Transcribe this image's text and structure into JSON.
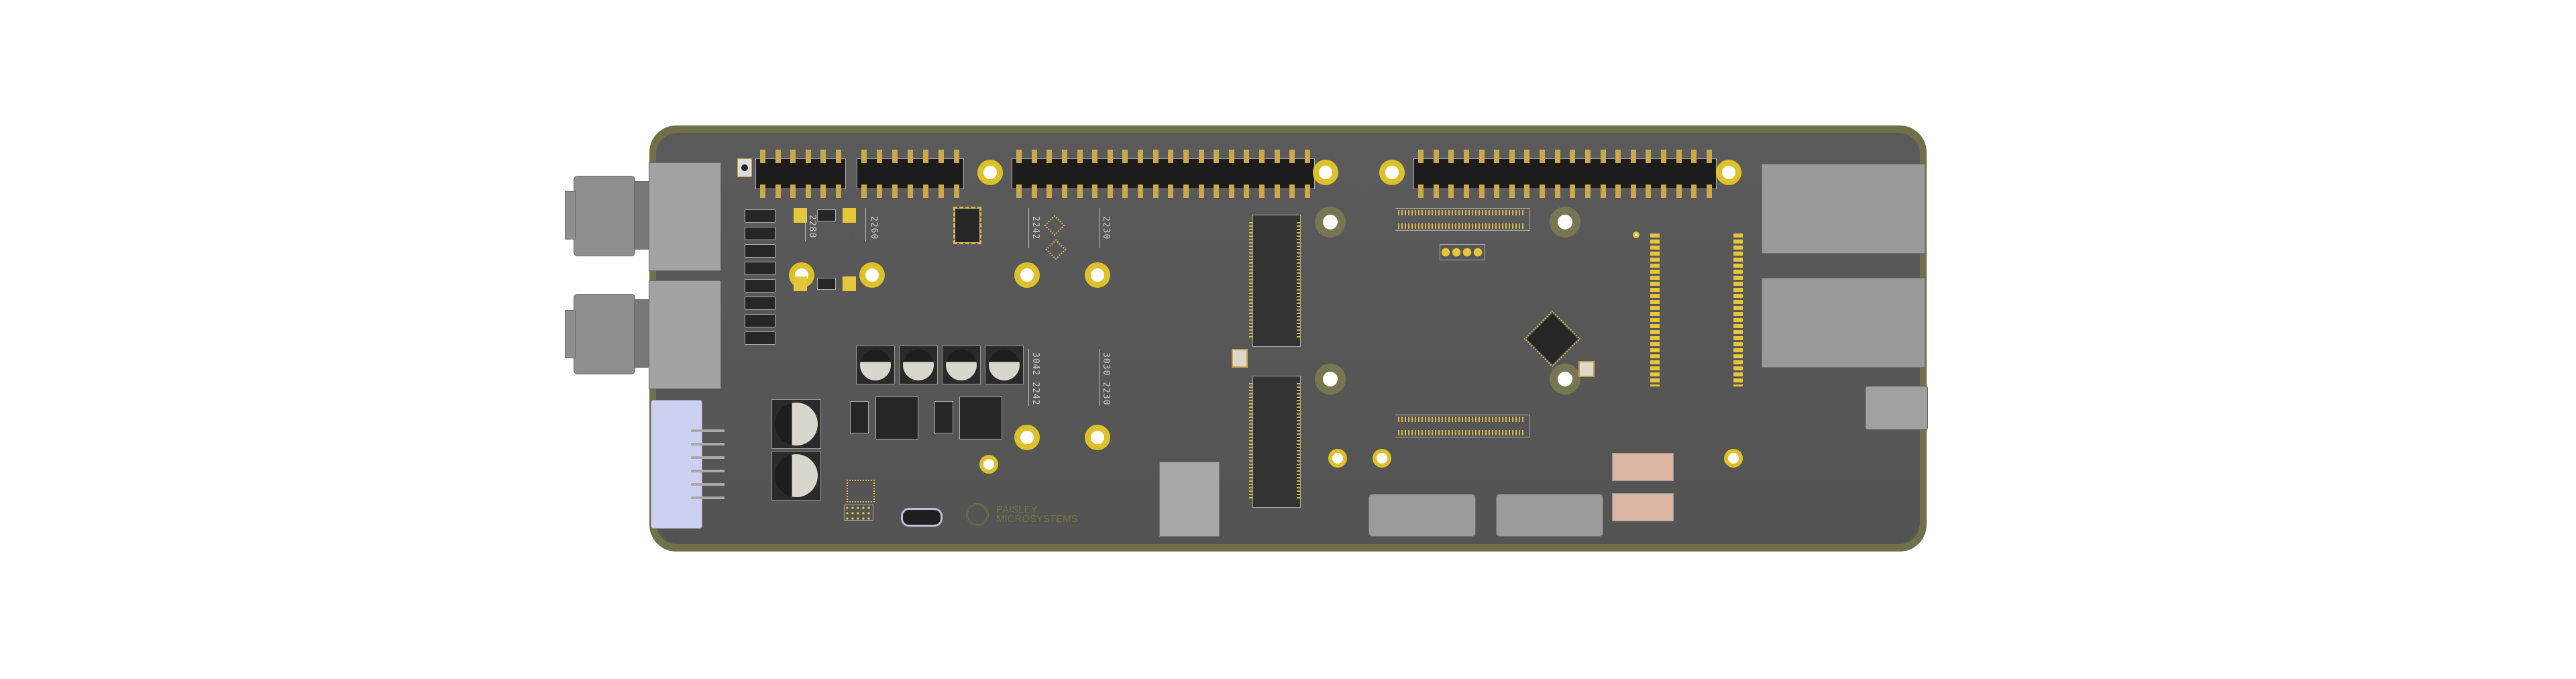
{
  "scene": {
    "type": "3D PCB render",
    "background": "#ffffff",
    "board": {
      "soldermask_color": "#575757",
      "edge_color": "#6f6f4a",
      "plating_color": "#dcc12b",
      "pin_color": "#c9a94a"
    }
  },
  "silkscreen": {
    "slot_top_1": "2280",
    "slot_top_2": "2260",
    "slot_top_3": "2242",
    "slot_top_4": "2230",
    "slot_bottom_1": "3042  2242",
    "slot_bottom_2": "3030  2230"
  },
  "logo": {
    "line1": "PAISLEY",
    "line2": "MICROSYSTEMS"
  },
  "components": {
    "left_connectors": [
      "M12 circular connector",
      "M12 circular connector"
    ],
    "terminal_block": "6-pin lavender terminal block",
    "top_headers": [
      {
        "name": "header-1",
        "pins_per_row": 6
      },
      {
        "name": "header-2",
        "pins_per_row": 7
      },
      {
        "name": "header-3",
        "pins_per_row": 20
      },
      {
        "name": "header-4",
        "pins_per_row": 20
      }
    ],
    "m2_slots": 2,
    "usb_c_ports": 2,
    "sim_card_slot": 1,
    "rj45_jacks": 2,
    "ffc_connectors": 2,
    "sfp_cages": 2
  }
}
